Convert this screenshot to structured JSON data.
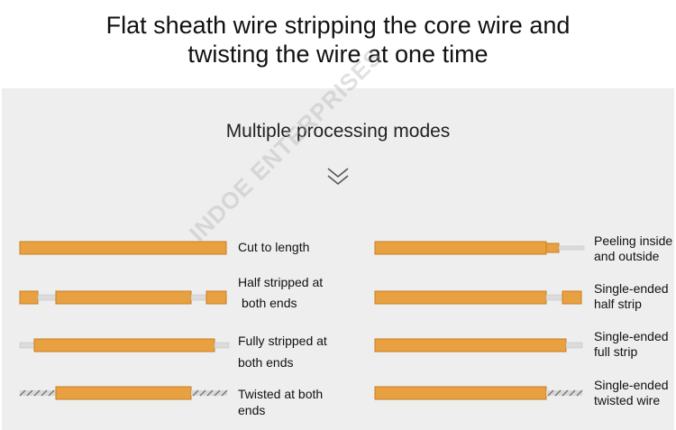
{
  "title_lines": [
    "Flat sheath wire stripping the core wire and",
    "twisting the wire at one time"
  ],
  "subtitle": "Multiple processing modes",
  "watermark": "INDOE ENTERPRISES",
  "colors": {
    "sheath": "#e8a040",
    "sheath_edge": "#c77f22",
    "core": "#dcdcdc",
    "panel": "#eeeeef"
  },
  "modes_left": [
    {
      "label_lines": [
        "Cut to length"
      ]
    },
    {
      "label_lines": [
        "Half stripped at",
        "both ends"
      ]
    },
    {
      "label_lines": [
        "Fully stripped at",
        "both ends"
      ]
    },
    {
      "label_lines": [
        "Twisted at both",
        "ends"
      ]
    }
  ],
  "modes_right": [
    {
      "label_lines": [
        "Peeling inside",
        "and outside"
      ]
    },
    {
      "label_lines": [
        "Single-ended",
        "half strip"
      ]
    },
    {
      "label_lines": [
        "Single-ended",
        "full strip"
      ]
    },
    {
      "label_lines": [
        "Single-ended",
        "twisted wire"
      ]
    }
  ]
}
